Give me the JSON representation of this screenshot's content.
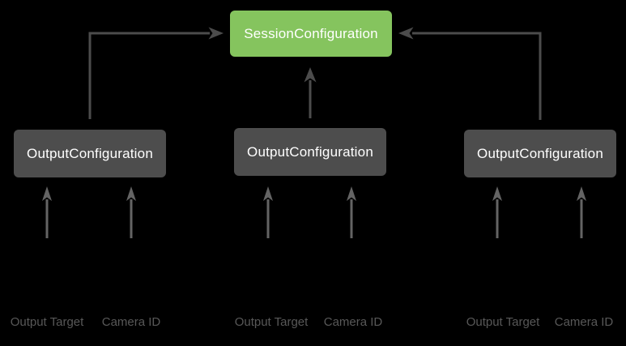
{
  "diagram": {
    "session_box": {
      "label": "SessionConfiguration"
    },
    "output_boxes": [
      {
        "label": "OutputConfiguration"
      },
      {
        "label": "OutputConfiguration"
      },
      {
        "label": "OutputConfiguration"
      }
    ],
    "input_labels": [
      "Output Target",
      "Camera ID",
      "Output Target",
      "Camera ID",
      "Output Target",
      "Camera ID"
    ],
    "colors": {
      "background": "#000000",
      "session_box_bg": "#85C45E",
      "session_box_text": "#FFFFFF",
      "output_box_bg": "#4D4D4D",
      "output_box_text": "#FFFFFF",
      "arrow": "#4C4C4C",
      "small_arrow": "#646464",
      "label_text": "#585858"
    }
  }
}
